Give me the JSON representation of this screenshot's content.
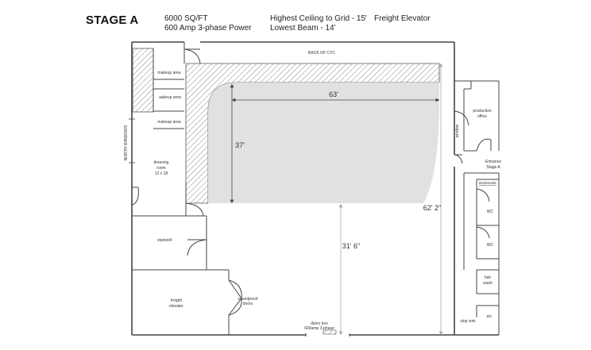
{
  "header": {
    "title": "STAGE A",
    "sqft": "6000 SQ/FT",
    "power": "600 Amp 3-phase Power",
    "ceiling": "Highest Ceiling to Grid - 15'",
    "beam": "Lowest Beam - 14'",
    "elevator": "Freight Elevator"
  },
  "rooms": {
    "back_of_cyc": "BACK OF CYC",
    "makeup_1": "makeup area",
    "makeup_2": "aakeup area",
    "makeup_3": "makeup area",
    "north_windows": "NORTH WINDOWS",
    "dressing_1": "dressing",
    "dressing_2": "room",
    "dressing_3": "12 x 18",
    "stairwell": "stairwell",
    "freight_1": "freight",
    "freight_2": "elevator",
    "soundproof_1": "soundproof",
    "soundproof_2": "doors",
    "distro_1": "distro box",
    "distro_2": "600amp 3-phase",
    "window": "window",
    "production_1": "production",
    "production_2": "office",
    "entrance_1": "Entrance",
    "entrance_2": "Stage A",
    "kitchenette": "kitchenette",
    "wc_1": "WC",
    "wc_2": "WC",
    "hair_1": "hair",
    "hair_2": "wash",
    "slop_sink": "slop sink",
    "ac": "a/c"
  },
  "dimensions": {
    "cyc_width": "63'",
    "cyc_depth": "37'",
    "floor_depth": "31' 6\"",
    "stage_length": "62' 2\""
  },
  "colors": {
    "wall": "#444444",
    "cyc_fill": "#e1e1e1",
    "hatch": "#555555",
    "dim_line": "#9a9a9a"
  }
}
